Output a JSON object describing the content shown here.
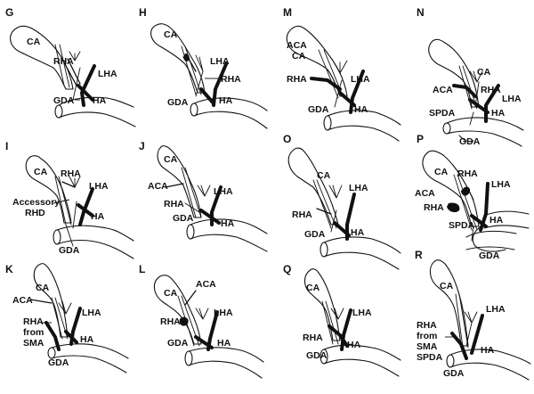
{
  "panels": [
    {
      "letter": "G",
      "labels": [
        "CA",
        "RHA",
        "LHA",
        "GDA",
        "HA"
      ]
    },
    {
      "letter": "H",
      "labels": [
        "CA",
        "LHA",
        "RHA",
        "GDA",
        "HA"
      ]
    },
    {
      "letter": "M",
      "labels": [
        "ACA",
        "CA",
        "RHA",
        "LHA",
        "GDA",
        "HA"
      ]
    },
    {
      "letter": "N",
      "labels": [
        "CA",
        "ACA",
        "RHA",
        "LHA",
        "SPDA",
        "HA",
        "GDA"
      ]
    },
    {
      "letter": "I",
      "labels": [
        "CA",
        "RHA",
        "LHA",
        "Accessory",
        "RHD",
        "HA",
        "GDA"
      ]
    },
    {
      "letter": "J",
      "labels": [
        "CA",
        "ACA",
        "RHA",
        "LHA",
        "GDA",
        "HA"
      ]
    },
    {
      "letter": "O",
      "labels": [
        "CA",
        "RHA",
        "LHA",
        "GDA",
        "HA"
      ]
    },
    {
      "letter": "P",
      "labels": [
        "CA",
        "RHA",
        "LHA",
        "ACA",
        "RHA",
        "SPDA",
        "HA",
        "GDA"
      ]
    },
    {
      "letter": "K",
      "labels": [
        "CA",
        "ACA",
        "LHA",
        "RHA",
        "from",
        "SMA",
        "HA",
        "GDA"
      ]
    },
    {
      "letter": "L",
      "labels": [
        "ACA",
        "CA",
        "LHA",
        "RHA",
        "GDA",
        "HA"
      ]
    },
    {
      "letter": "Q",
      "labels": [
        "CA",
        "LHA",
        "RHA",
        "HA",
        "GDA"
      ]
    },
    {
      "letter": "R",
      "labels": [
        "CA",
        "LHA",
        "RHA",
        "from",
        "SMA",
        "SPDA",
        "HA",
        "GDA"
      ]
    }
  ]
}
